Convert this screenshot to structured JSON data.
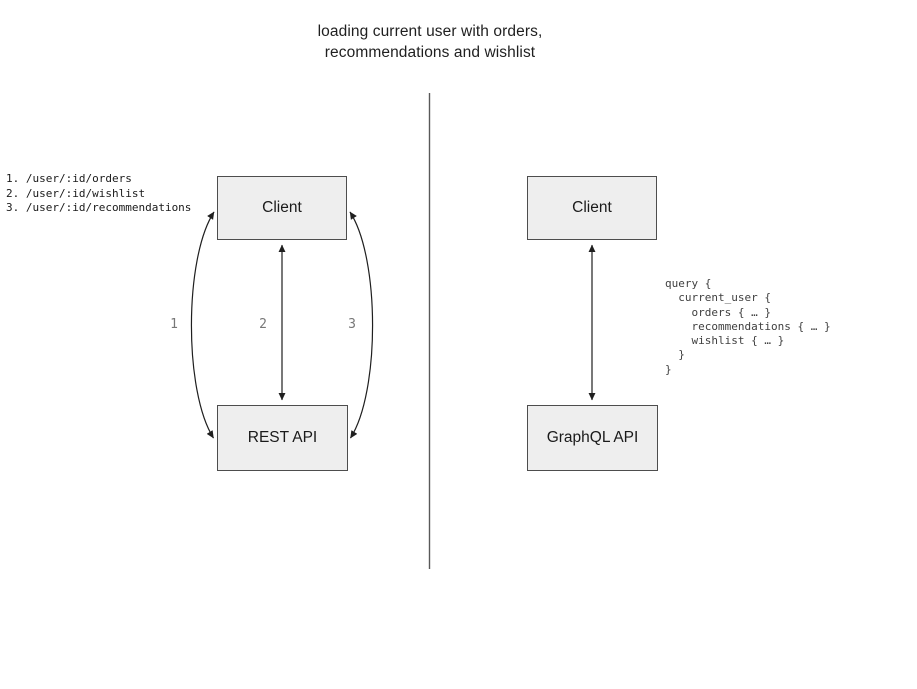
{
  "title": {
    "line1": "loading current user with orders,",
    "line2": "recommendations and wishlist"
  },
  "left_diagram": {
    "client_label": "Client",
    "api_label": "REST API",
    "endpoints": [
      "1. /user/:id/orders",
      "2. /user/:id/wishlist",
      "3. /user/:id/recommendations"
    ],
    "arrow_labels": [
      "1",
      "2",
      "3"
    ]
  },
  "right_diagram": {
    "client_label": "Client",
    "api_label": "GraphQL API",
    "query_lines": [
      "query {",
      "  current_user {",
      "    orders { … }",
      "    recommendations { … }",
      "    wishlist { … }",
      "  }",
      "}"
    ]
  },
  "colors": {
    "box_fill": "#eeeeee",
    "box_border": "#4d4d4d",
    "arrow": "#1f1f1f",
    "divider": "#595959",
    "arrow_label_gray": "#777777",
    "query_text": "#404040"
  }
}
